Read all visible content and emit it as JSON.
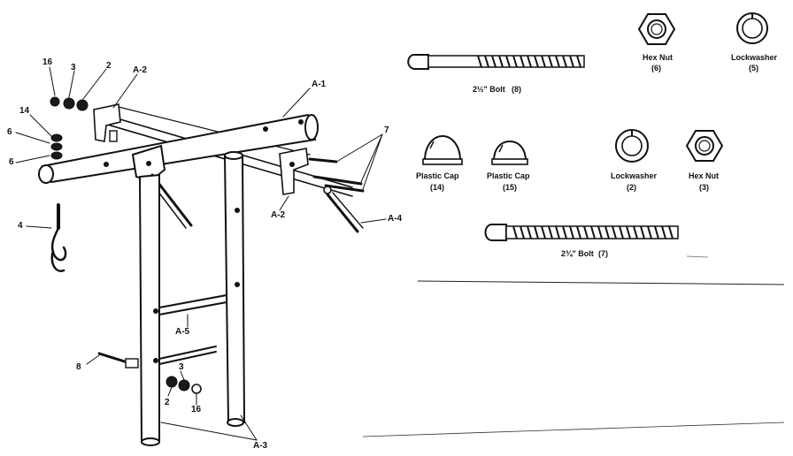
{
  "callouts": {
    "a1": "A-1",
    "a2_top": "A-2",
    "a2_mid": "A-2",
    "a3": "A-3",
    "a4": "A-4",
    "a5": "A-5",
    "n16_top": "16",
    "n3_top": "3",
    "n2_top": "2",
    "n14": "14",
    "n6_a": "6",
    "n6_b": "6",
    "n4": "4",
    "n7": "7",
    "n8": "8",
    "n2_bottom": "2",
    "n3_bottom": "3",
    "n16_bottom": "16"
  },
  "parts": {
    "bolt_short": {
      "name": "2½\" Bolt",
      "qty": "(8)"
    },
    "hex_nut_6": {
      "name": "Hex Nut",
      "qty": "(6)"
    },
    "lockwasher_5": {
      "name": "Lockwasher",
      "qty": "(5)"
    },
    "plastic_cap_14": {
      "name": "Plastic Cap",
      "qty": "(14)"
    },
    "plastic_cap_15": {
      "name": "Plastic Cap",
      "qty": "(15)"
    },
    "lockwasher_2": {
      "name": "Lockwasher",
      "qty": "(2)"
    },
    "hex_nut_3": {
      "name": "Hex Nut",
      "qty": "(3)"
    },
    "bolt_long": {
      "name": "2¾\" Bolt",
      "qty": "(7)"
    }
  }
}
